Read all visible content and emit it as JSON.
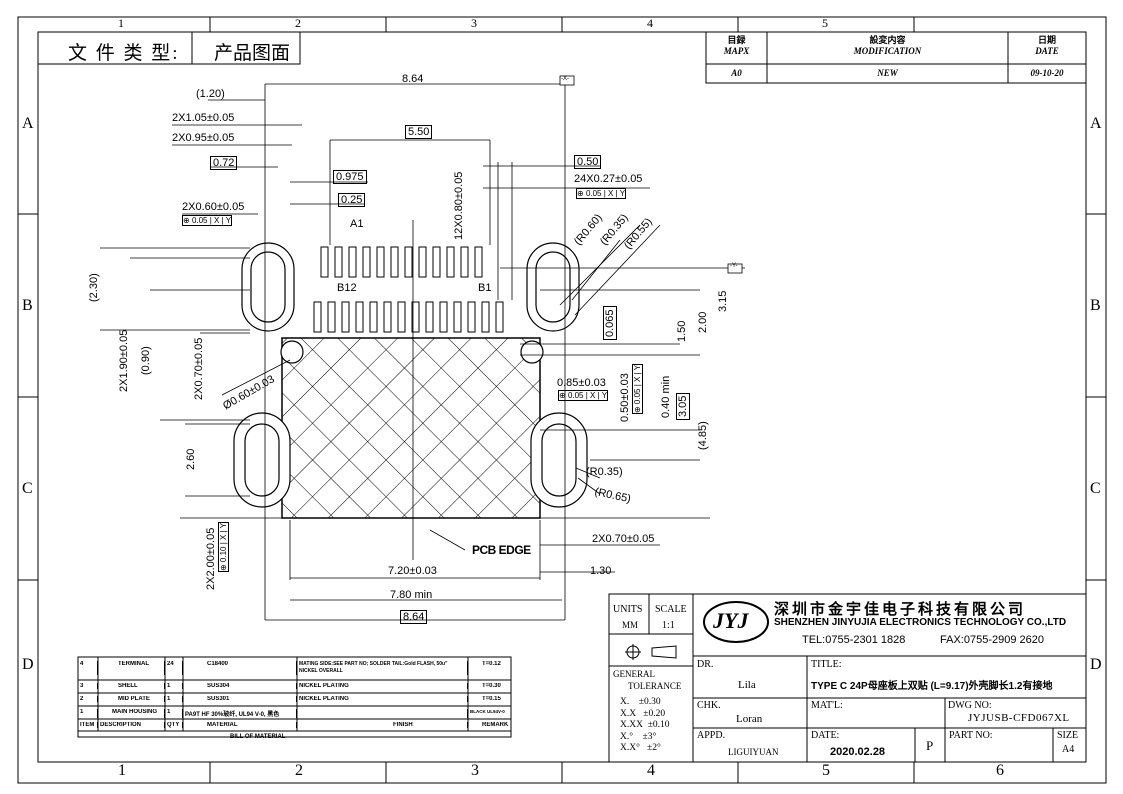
{
  "header": {
    "file_type_label": "文 件 类 型:",
    "file_type_value": "产品图面"
  },
  "revision": {
    "col_mark_cn": "目録",
    "col_mark_en": "MAPX",
    "col_mod_cn": "設変内容",
    "col_mod_en": "MODIFICATION",
    "col_date_cn": "日期",
    "col_date_en": "DATE",
    "mark": "A0",
    "mod": "NEW",
    "date": "09-10-20"
  },
  "grid": {
    "cols_top": [
      "1",
      "2",
      "3",
      "4",
      "5"
    ],
    "cols_bottom": [
      "1",
      "2",
      "3",
      "4",
      "5",
      "6"
    ],
    "rows": [
      "A",
      "B",
      "C",
      "D"
    ]
  },
  "dims": {
    "d_8_64_top": "8.64",
    "d_1_20": "(1.20)",
    "d_2x105": "2X1.05±0.05",
    "d_2x095": "2X0.95±0.05",
    "d_0_72": "0.72",
    "d_5_50": "5.50",
    "d_0_975": "0.975",
    "d_0_25": "0.25",
    "d_12x080": "12X0.80±0.05",
    "d_0_50": "0.50",
    "d_24x027": "24X0.27±0.05",
    "d_2x060": "2X0.60±0.05",
    "a1": "A1",
    "b12": "B12",
    "b1": "B1",
    "r060": "(R0.60)",
    "r035": "(R0.35)",
    "r055": "(R0.55)",
    "d_2_30": "(2.30)",
    "d_2x190": "2X1.90±0.05",
    "d_0_90": "(0.90)",
    "d_2x070_v": "2X0.70±0.05",
    "d_dia060": "Ø0.60±0.03",
    "d_0_065": "0.065",
    "d_1_50": "1.50",
    "d_2_00": "2.00",
    "d_3_15": "3.15",
    "d_0_85": "0.85±0.03",
    "d_0_50b": "0.50±0.03",
    "d_0_40": "0.40 min",
    "d_3_05": "3.05",
    "d_4_85": "(4.85)",
    "d_2_60": "2.60",
    "r035b": "(R0.35)",
    "r065": "(R0.65)",
    "d_2x200": "2X2.00±0.05",
    "pcb_edge": "PCB EDGE",
    "d_2x070_h": "2X0.70±0.05",
    "d_7_20": "7.20±0.03",
    "d_1_30": "1.30",
    "d_7_80": "7.80 min",
    "d_8_64_bot": "8.64",
    "datum_x": "-X-",
    "datum_y": "-Y-",
    "tol_005": "0.05",
    "tol_010": "0.10",
    "x": "X",
    "y": "Y"
  },
  "bom": {
    "rows": [
      [
        "4",
        "TERMINAL",
        "24",
        "C18400",
        "MATING SIDE:SEE PART NO; SOLDER TAIL:Gold FLASH, 50u\" NICKEL OVERALL",
        "T=0.12"
      ],
      [
        "3",
        "SHELL",
        "1",
        "SUS304",
        "NICKEL PLATING",
        "T=0.30"
      ],
      [
        "2",
        "MID PLATE",
        "1",
        "SUS301",
        "NICKEL PLATING",
        "T=0.15"
      ],
      [
        "1",
        "MAIN HOUSING",
        "1",
        "PA9T HF 30%玻纤, UL94 V-0, 黑色",
        "",
        "BLACK UL94V-0"
      ]
    ],
    "header": [
      "ITEM",
      "DESCRIPTION",
      "QTY",
      "MATERIAL",
      "FINISH",
      "REMARK"
    ],
    "title": "BILL OF MATERIAL"
  },
  "title_block": {
    "units_label": "UNITS",
    "units_value": "MM",
    "scale_label": "SCALE",
    "scale_value": "1:1",
    "logo": "JYJ",
    "company_cn": "深圳市金宇佳电子科技有限公司",
    "company_en": "SHENZHEN JINYUJIA ELECTRONICS TECHNOLOGY CO.,LTD",
    "tel": "TEL:0755-2301 1828",
    "fax": "FAX:0755-2909 2620",
    "general": "GENERAL",
    "tolerance": "TOLERANCE",
    "tol_rows": [
      [
        "X.",
        "±0.30"
      ],
      [
        "X.X",
        "±0.20"
      ],
      [
        "X.XX",
        "±0.10"
      ],
      [
        "X.°",
        "±3°"
      ],
      [
        "X.X°",
        "±2°"
      ]
    ],
    "dr_label": "DR.",
    "dr_value": "Lila",
    "title_label": "TITLE:",
    "title_value": "TYPE C 24P母座板上双贴 (L=9.17)外壳脚长1.2有接地",
    "chk_label": "CHK.",
    "chk_value": "Loran",
    "matl_label": "MAT'L:",
    "dwg_label": "DWG NO:",
    "dwg_value": "JYJUSB-CFD067XL",
    "appd_label": "APPD.",
    "appd_value": "LIGUIYUAN",
    "date_label": "DATE:",
    "date_value": "2020.02.28",
    "p_label": "P",
    "part_label": "PART NO:",
    "size_label": "SIZE",
    "size_value": "A4"
  }
}
